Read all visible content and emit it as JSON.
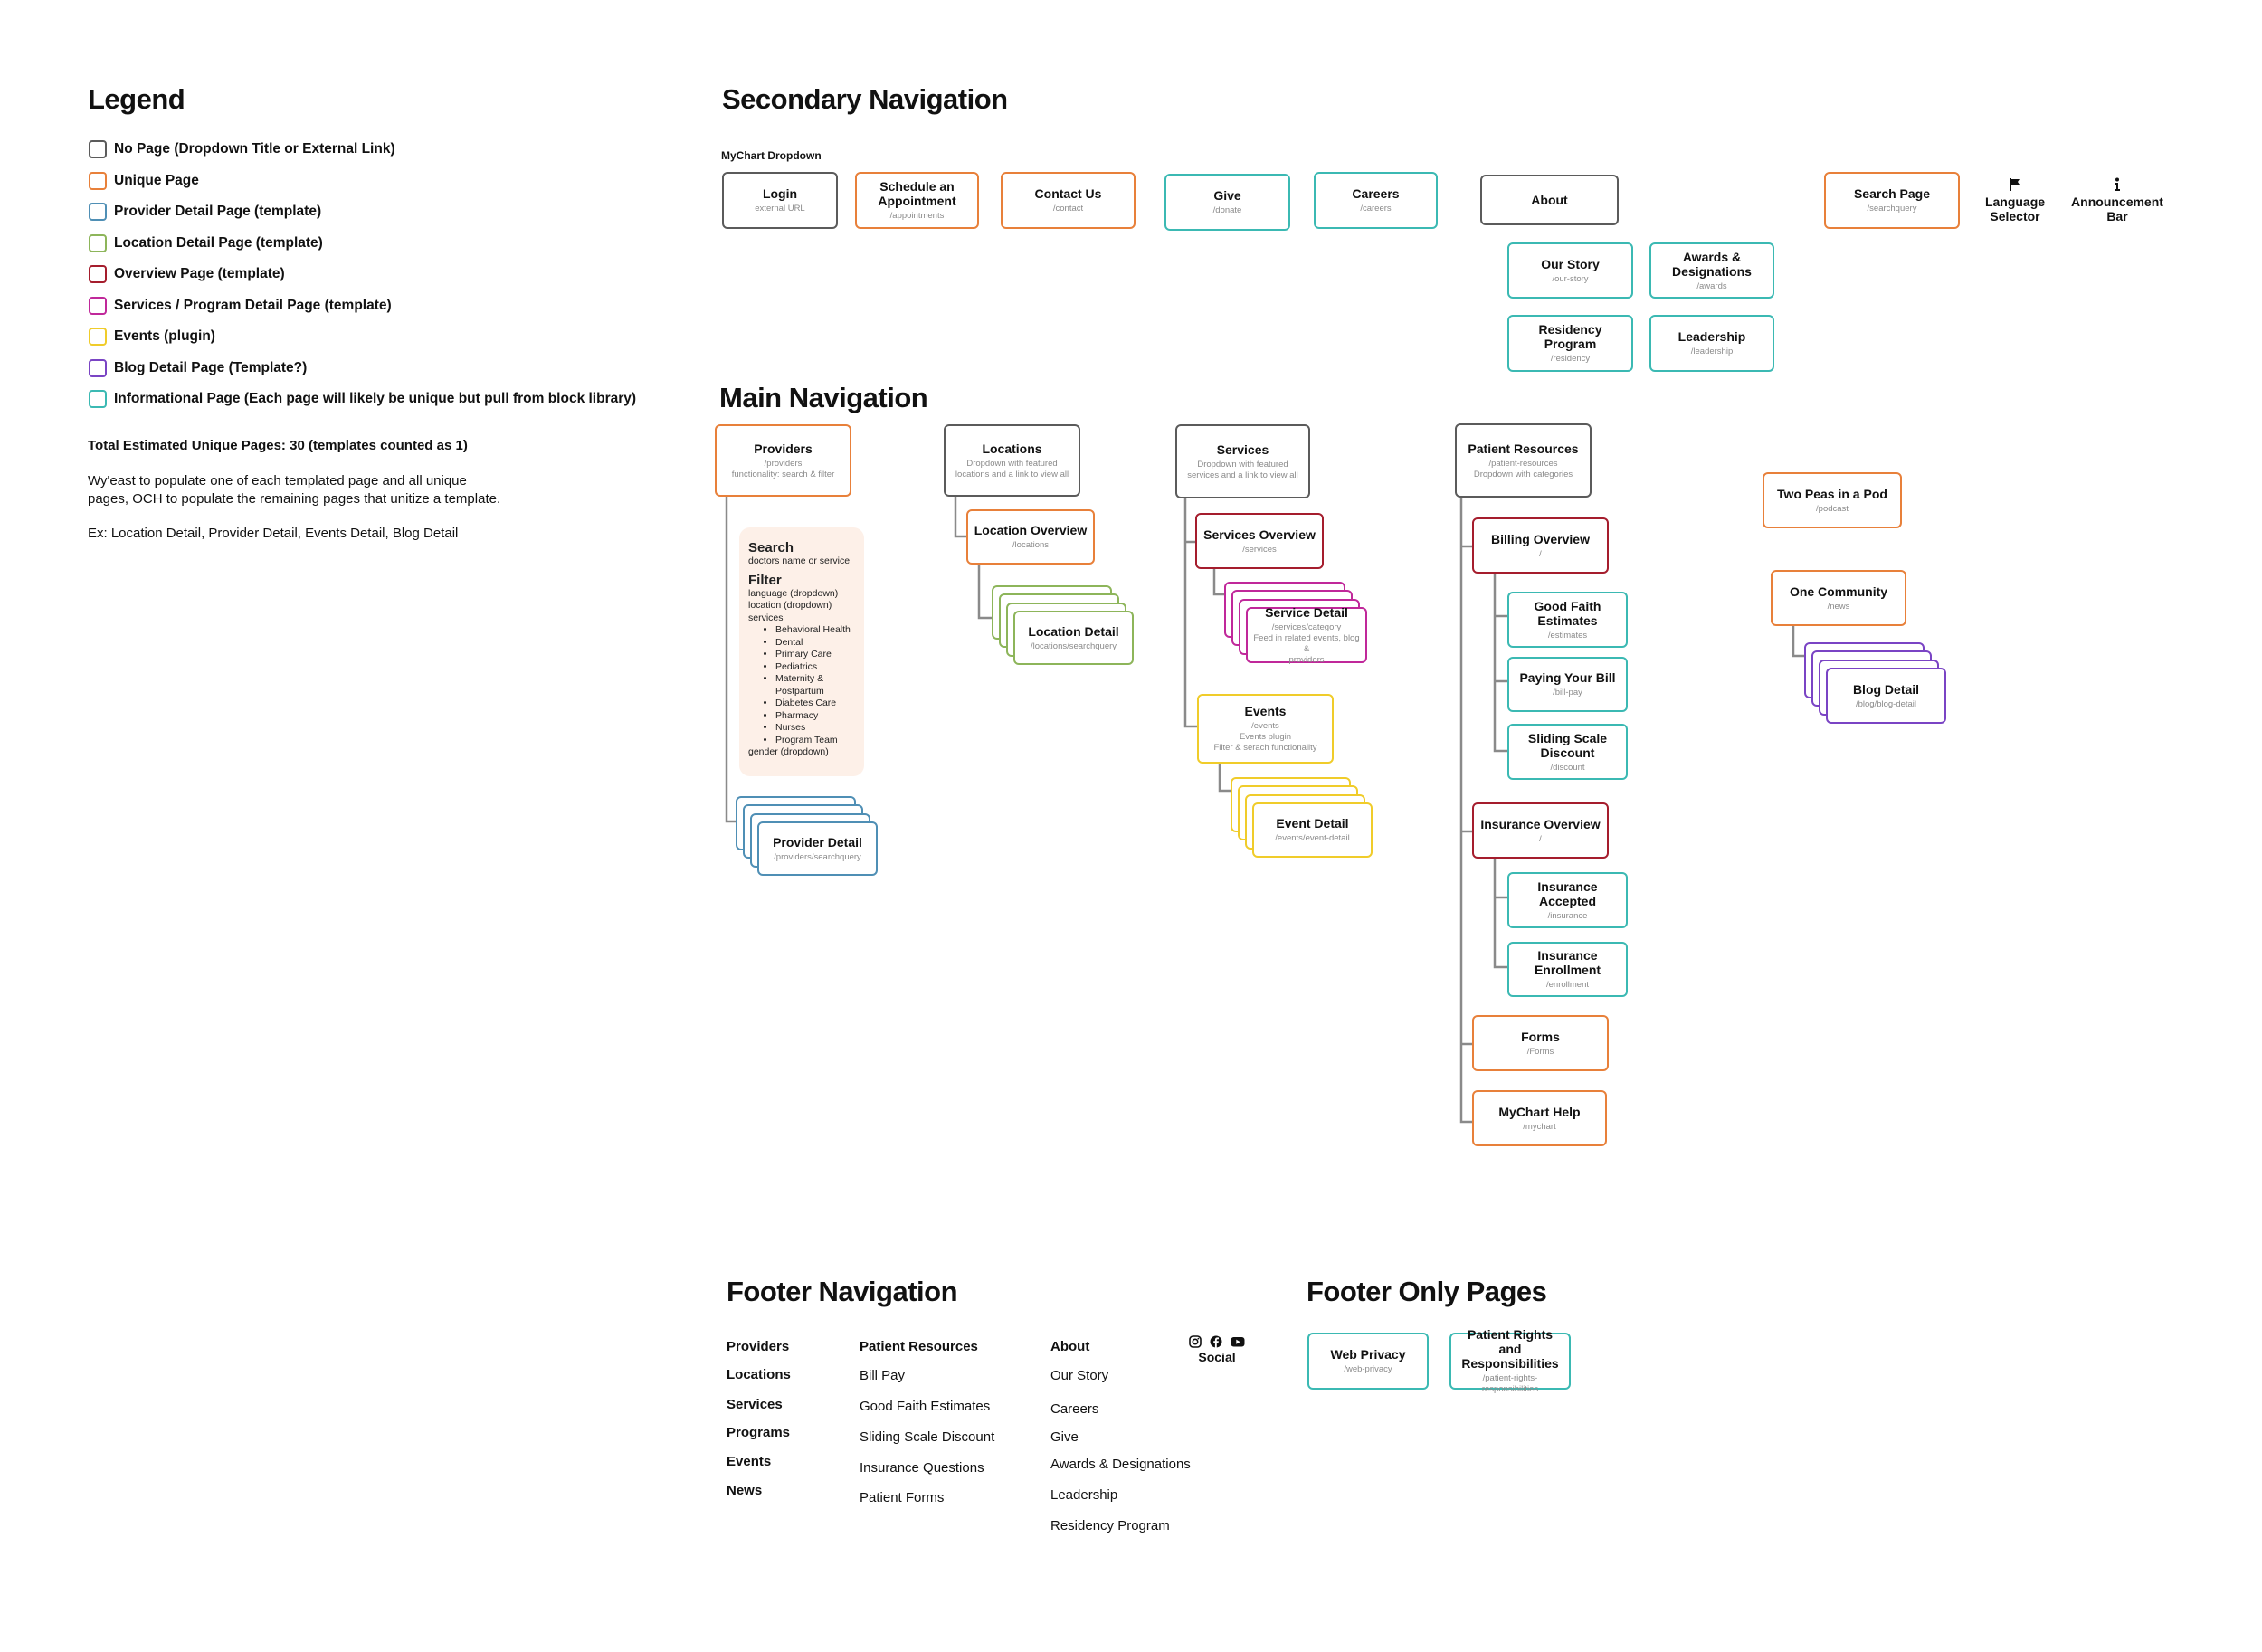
{
  "colors": {
    "none": "#5b5b5b",
    "unique": "#e8803a",
    "provider": "#4f8fb5",
    "location": "#8db55a",
    "overview": "#a51d2d",
    "service": "#c0289a",
    "events": "#f0cc2a",
    "blog": "#7a44c4",
    "info": "#3bb9b3",
    "connector": "#8a8a8a",
    "panel_bg": "#fdf0e8"
  },
  "legend": {
    "title": "Legend",
    "items": [
      {
        "label": "No Page (Dropdown Title or External Link)",
        "type": "none"
      },
      {
        "label": "Unique Page",
        "type": "unique"
      },
      {
        "label": "Provider Detail Page (template)",
        "type": "provider"
      },
      {
        "label": "Location Detail Page (template)",
        "type": "location"
      },
      {
        "label": "Overview Page (template)",
        "type": "overview"
      },
      {
        "label": "Services / Program Detail Page (template)",
        "type": "service"
      },
      {
        "label": "Events (plugin)",
        "type": "events"
      },
      {
        "label": "Blog Detail Page (Template?)",
        "type": "blog"
      },
      {
        "label": "Informational Page (Each page will likely be unique but pull from block library)",
        "type": "info"
      }
    ],
    "total": "Total Estimated Unique Pages: 30 (templates counted as 1)",
    "note_line1": "Wy'east to populate one of each templated page and all unique",
    "note_line2": "pages, OCH to populate the remaining pages that unitize a template.",
    "example": "Ex: Location Detail, Provider Detail, Events Detail, Blog Detail"
  },
  "secondary": {
    "title": "Secondary Navigation",
    "mychart_label": "MyChart Dropdown",
    "boxes": {
      "login": {
        "title": "Login",
        "sub": [
          "external URL"
        ],
        "type": "none"
      },
      "schedule": {
        "title": "Schedule an Appointment",
        "sub": [
          "/appointments"
        ],
        "type": "unique"
      },
      "contact": {
        "title": "Contact Us",
        "sub": [
          "/contact"
        ],
        "type": "unique"
      },
      "give": {
        "title": "Give",
        "sub": [
          "/donate"
        ],
        "type": "info"
      },
      "careers": {
        "title": "Careers",
        "sub": [
          "/careers"
        ],
        "type": "info"
      },
      "about": {
        "title": "About",
        "sub": [],
        "type": "none"
      },
      "our_story": {
        "title": "Our Story",
        "sub": [
          "/our-story"
        ],
        "type": "info"
      },
      "awards": {
        "title": "Awards & Designations",
        "sub": [
          "/awards"
        ],
        "type": "info"
      },
      "residency": {
        "title": "Residency Program",
        "sub": [
          "/residency"
        ],
        "type": "info"
      },
      "leadership": {
        "title": "Leadership",
        "sub": [
          "/leadership"
        ],
        "type": "info"
      },
      "search": {
        "title": "Search Page",
        "sub": [
          "/searchquery"
        ],
        "type": "unique"
      }
    },
    "language_selector": {
      "label": "Language Selector",
      "icon": "flag-icon"
    },
    "announcement_bar": {
      "label": "Announcement Bar",
      "icon": "info-icon"
    }
  },
  "main": {
    "title": "Main Navigation",
    "boxes": {
      "providers": {
        "title": "Providers",
        "sub": [
          "/providers",
          "functionality: search & filter"
        ],
        "type": "unique"
      },
      "provider_detail": {
        "title": "Provider Detail",
        "sub": [
          "/providers/searchquery"
        ],
        "type": "provider",
        "stack": true
      },
      "locations": {
        "title": "Locations",
        "sub": [
          "Dropdown with featured",
          "locations and a link to view all"
        ],
        "type": "none"
      },
      "location_overview": {
        "title": "Location Overview",
        "sub": [
          "/locations"
        ],
        "type": "unique"
      },
      "location_detail": {
        "title": "Location Detail",
        "sub": [
          "/locations/searchquery"
        ],
        "type": "location",
        "stack": true
      },
      "services": {
        "title": "Services",
        "sub": [
          "Dropdown with featured",
          "services and a link to view all"
        ],
        "type": "none"
      },
      "services_overview": {
        "title": "Services Overview",
        "sub": [
          "/services"
        ],
        "type": "overview"
      },
      "service_detail": {
        "title": "Service Detail",
        "sub": [
          "/services/category",
          "Feed in related events, blog &",
          "providers"
        ],
        "type": "service",
        "stack": true
      },
      "events": {
        "title": "Events",
        "sub": [
          "/events",
          "Events plugin",
          "Filter & serach functionality"
        ],
        "type": "events"
      },
      "event_detail": {
        "title": "Event Detail",
        "sub": [
          "/events/event-detail"
        ],
        "type": "events",
        "stack": true
      },
      "patient_resources": {
        "title": "Patient Resources",
        "sub": [
          "/patient-resources",
          "Dropdown with categories"
        ],
        "type": "none"
      },
      "billing_overview": {
        "title": "Billing Overview",
        "sub": [
          "/"
        ],
        "type": "overview"
      },
      "good_faith": {
        "title": "Good Faith Estimates",
        "sub": [
          "/estimates"
        ],
        "type": "info"
      },
      "paying_bill": {
        "title": "Paying Your Bill",
        "sub": [
          "/bill-pay"
        ],
        "type": "info"
      },
      "sliding_scale": {
        "title": "Sliding Scale Discount",
        "sub": [
          "/discount"
        ],
        "type": "info"
      },
      "insurance_overview": {
        "title": "Insurance Overview",
        "sub": [
          "/"
        ],
        "type": "overview"
      },
      "insurance_accepted": {
        "title": "Insurance Accepted",
        "sub": [
          "/insurance"
        ],
        "type": "info"
      },
      "insurance_enrollment": {
        "title": "Insurance Enrollment",
        "sub": [
          "/enrollment"
        ],
        "type": "info"
      },
      "forms": {
        "title": "Forms",
        "sub": [
          "/Forms"
        ],
        "type": "unique"
      },
      "mychart_help": {
        "title": "MyChart Help",
        "sub": [
          "/mychart"
        ],
        "type": "unique"
      },
      "two_peas": {
        "title": "Two Peas in a Pod",
        "sub": [
          "/podcast"
        ],
        "type": "unique"
      },
      "one_community": {
        "title": "One Community",
        "sub": [
          "/news"
        ],
        "type": "unique"
      },
      "blog_detail": {
        "title": "Blog Detail",
        "sub": [
          "/blog/blog-detail"
        ],
        "type": "blog",
        "stack": true
      }
    },
    "search_panel": {
      "search_heading": "Search",
      "search_desc": "doctors name or service",
      "filter_heading": "Filter",
      "filters": [
        "language (dropdown)",
        "location (dropdown)",
        "services"
      ],
      "services": [
        "Behavioral Health",
        "Dental",
        "Primary Care",
        "Pediatrics",
        "Maternity & Postpartum",
        "Diabetes Care",
        "Pharmacy",
        "Nurses",
        "Program Team"
      ],
      "last_filter": "gender (dropdown)"
    }
  },
  "footer": {
    "title": "Footer Navigation",
    "col1": [
      "Providers",
      "Locations",
      "Services",
      "Programs",
      "Events",
      "News"
    ],
    "col2": [
      "Patient Resources",
      "Bill Pay",
      "Good Faith Estimates",
      "Sliding Scale Discount",
      "Insurance Questions",
      "Patient Forms"
    ],
    "col3": [
      "About",
      "Our Story",
      "Careers",
      "Give",
      "Awards & Designations",
      "Leadership",
      "Residency Program"
    ],
    "social_label": "Social",
    "social_icons": [
      "instagram-icon",
      "facebook-icon",
      "youtube-icon"
    ]
  },
  "footer_only": {
    "title": "Footer Only Pages",
    "boxes": {
      "web_privacy": {
        "title": "Web Privacy",
        "sub": [
          "/web-privacy"
        ],
        "type": "info"
      },
      "patient_rights": {
        "title": "Patient Rights and Responsibilities",
        "sub": [
          "/patient-rights-responsibilities"
        ],
        "type": "info"
      }
    }
  }
}
